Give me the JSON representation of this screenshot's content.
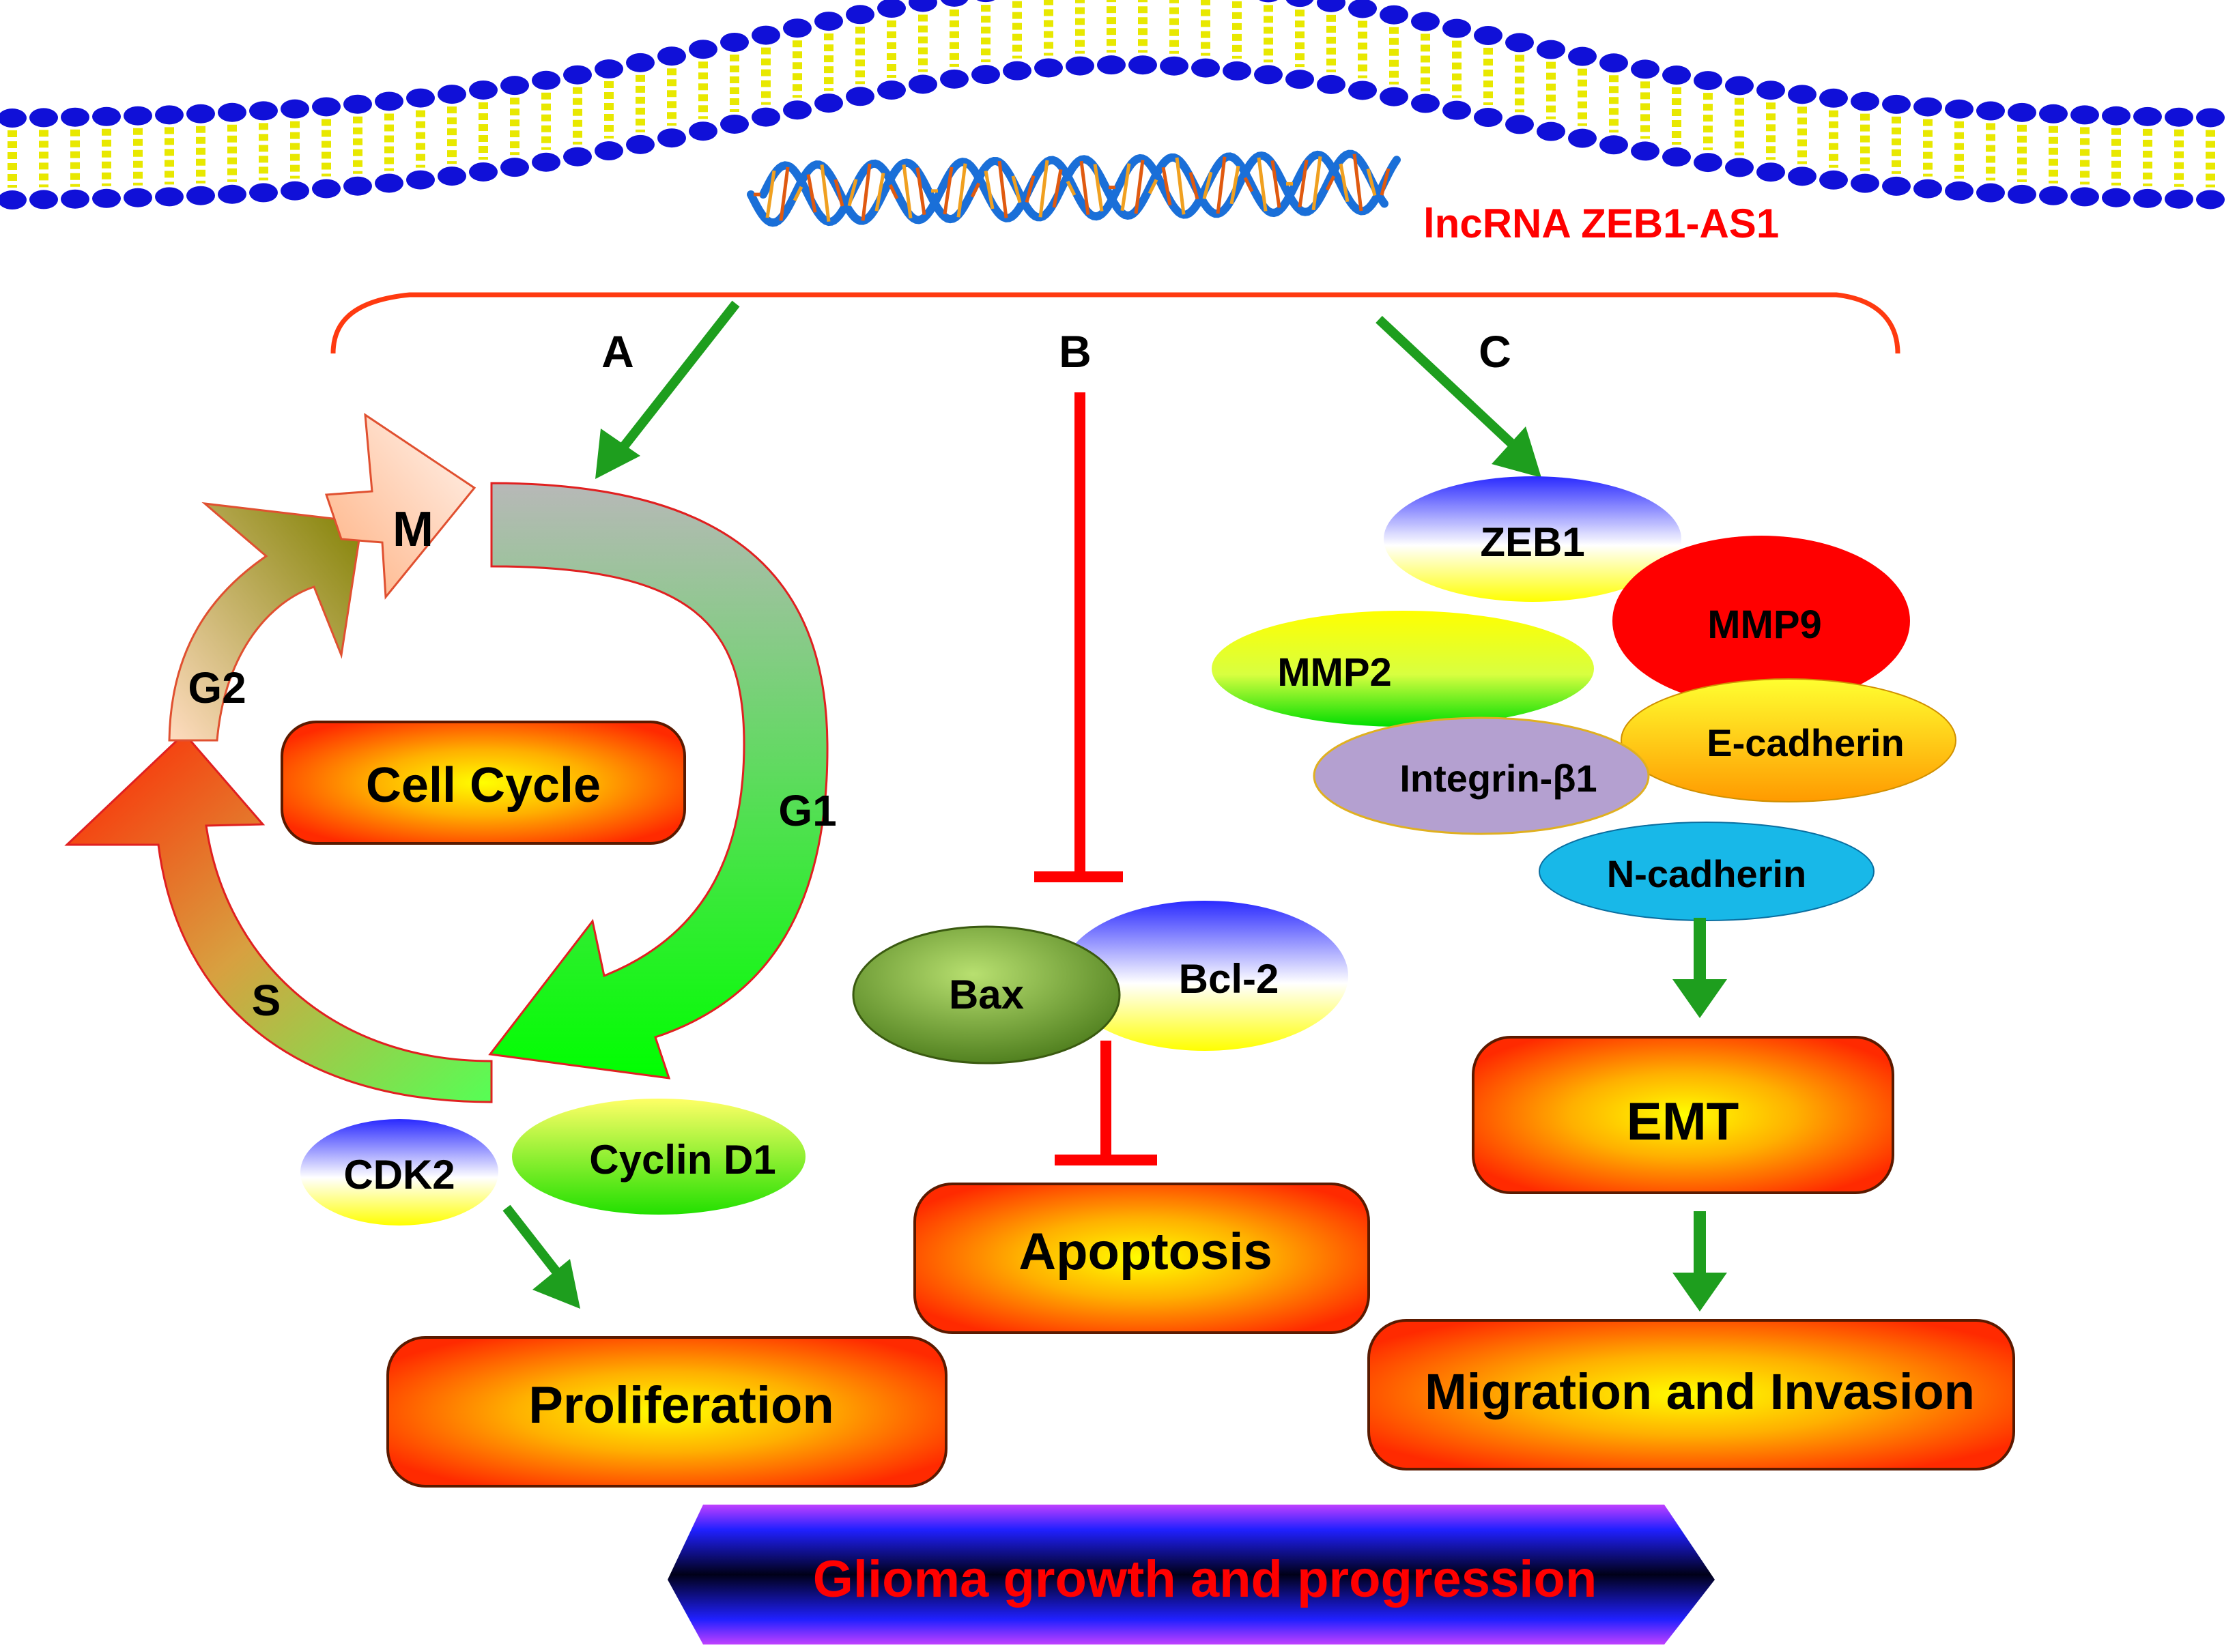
{
  "header": {
    "title": "lncRNA ZEB1-AS1"
  },
  "branches": {
    "a": "A",
    "b": "B",
    "c": "C"
  },
  "cell_cycle": {
    "title": "Cell  Cycle",
    "phases": {
      "m": "M",
      "g1": "G1",
      "g2": "G2",
      "s": "S"
    },
    "cdk2": "CDK2",
    "cyclin_d1": "Cyclin D1",
    "outcome": "Proliferation"
  },
  "apoptosis": {
    "bax": "Bax",
    "bcl2": "Bcl-2",
    "outcome": "Apoptosis"
  },
  "emt": {
    "zeb1": "ZEB1",
    "mmp9": "MMP9",
    "mmp2": "MMP2",
    "e_cadherin": "E-cadherin",
    "integrin": "Integrin-β1",
    "n_cadherin": "N-cadherin",
    "emt_label": "EMT",
    "outcome": "Migration and Invasion"
  },
  "footer": {
    "banner": "Glioma  growth and progression"
  },
  "colors": {
    "red": "#ff0000",
    "green_arrow": "#1e9e1e",
    "membrane_head": "#1010d8",
    "membrane_tail": "#e8e800"
  }
}
